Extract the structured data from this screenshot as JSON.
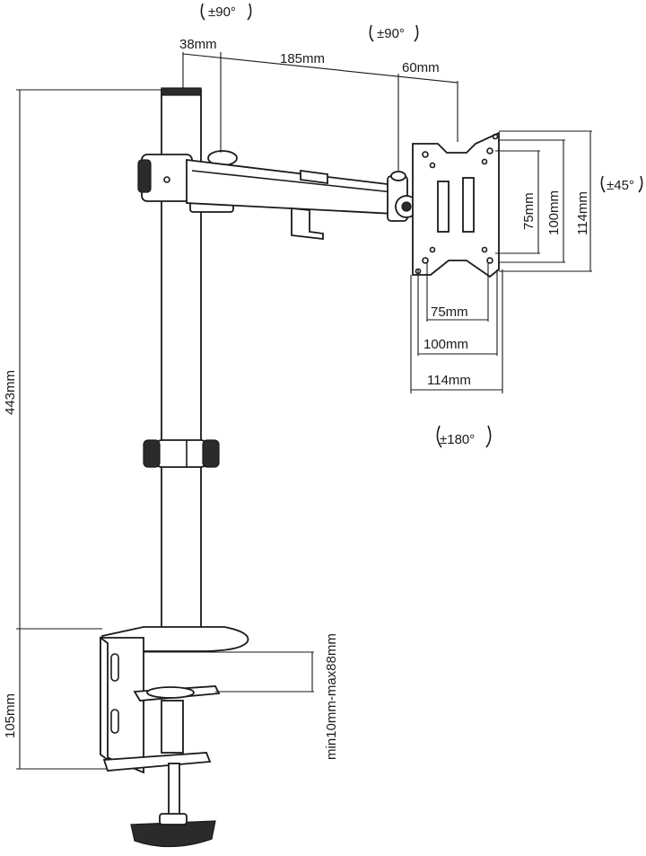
{
  "rotations": {
    "top_left": "±90°",
    "top_mid": "±90°",
    "right": "±45°",
    "bottom": "±180°"
  },
  "dims": {
    "a": "38mm",
    "b": "185mm",
    "c": "60mm",
    "h1": "75mm",
    "h2": "100mm",
    "h3": "114mm",
    "w1": "75mm",
    "w2": "100mm",
    "w3": "114mm",
    "height": "443mm",
    "clamp_h": "105mm",
    "desk": "min10mm-max88mm"
  },
  "colors": {
    "line": "#1a1a1a",
    "background": "#ffffff"
  }
}
